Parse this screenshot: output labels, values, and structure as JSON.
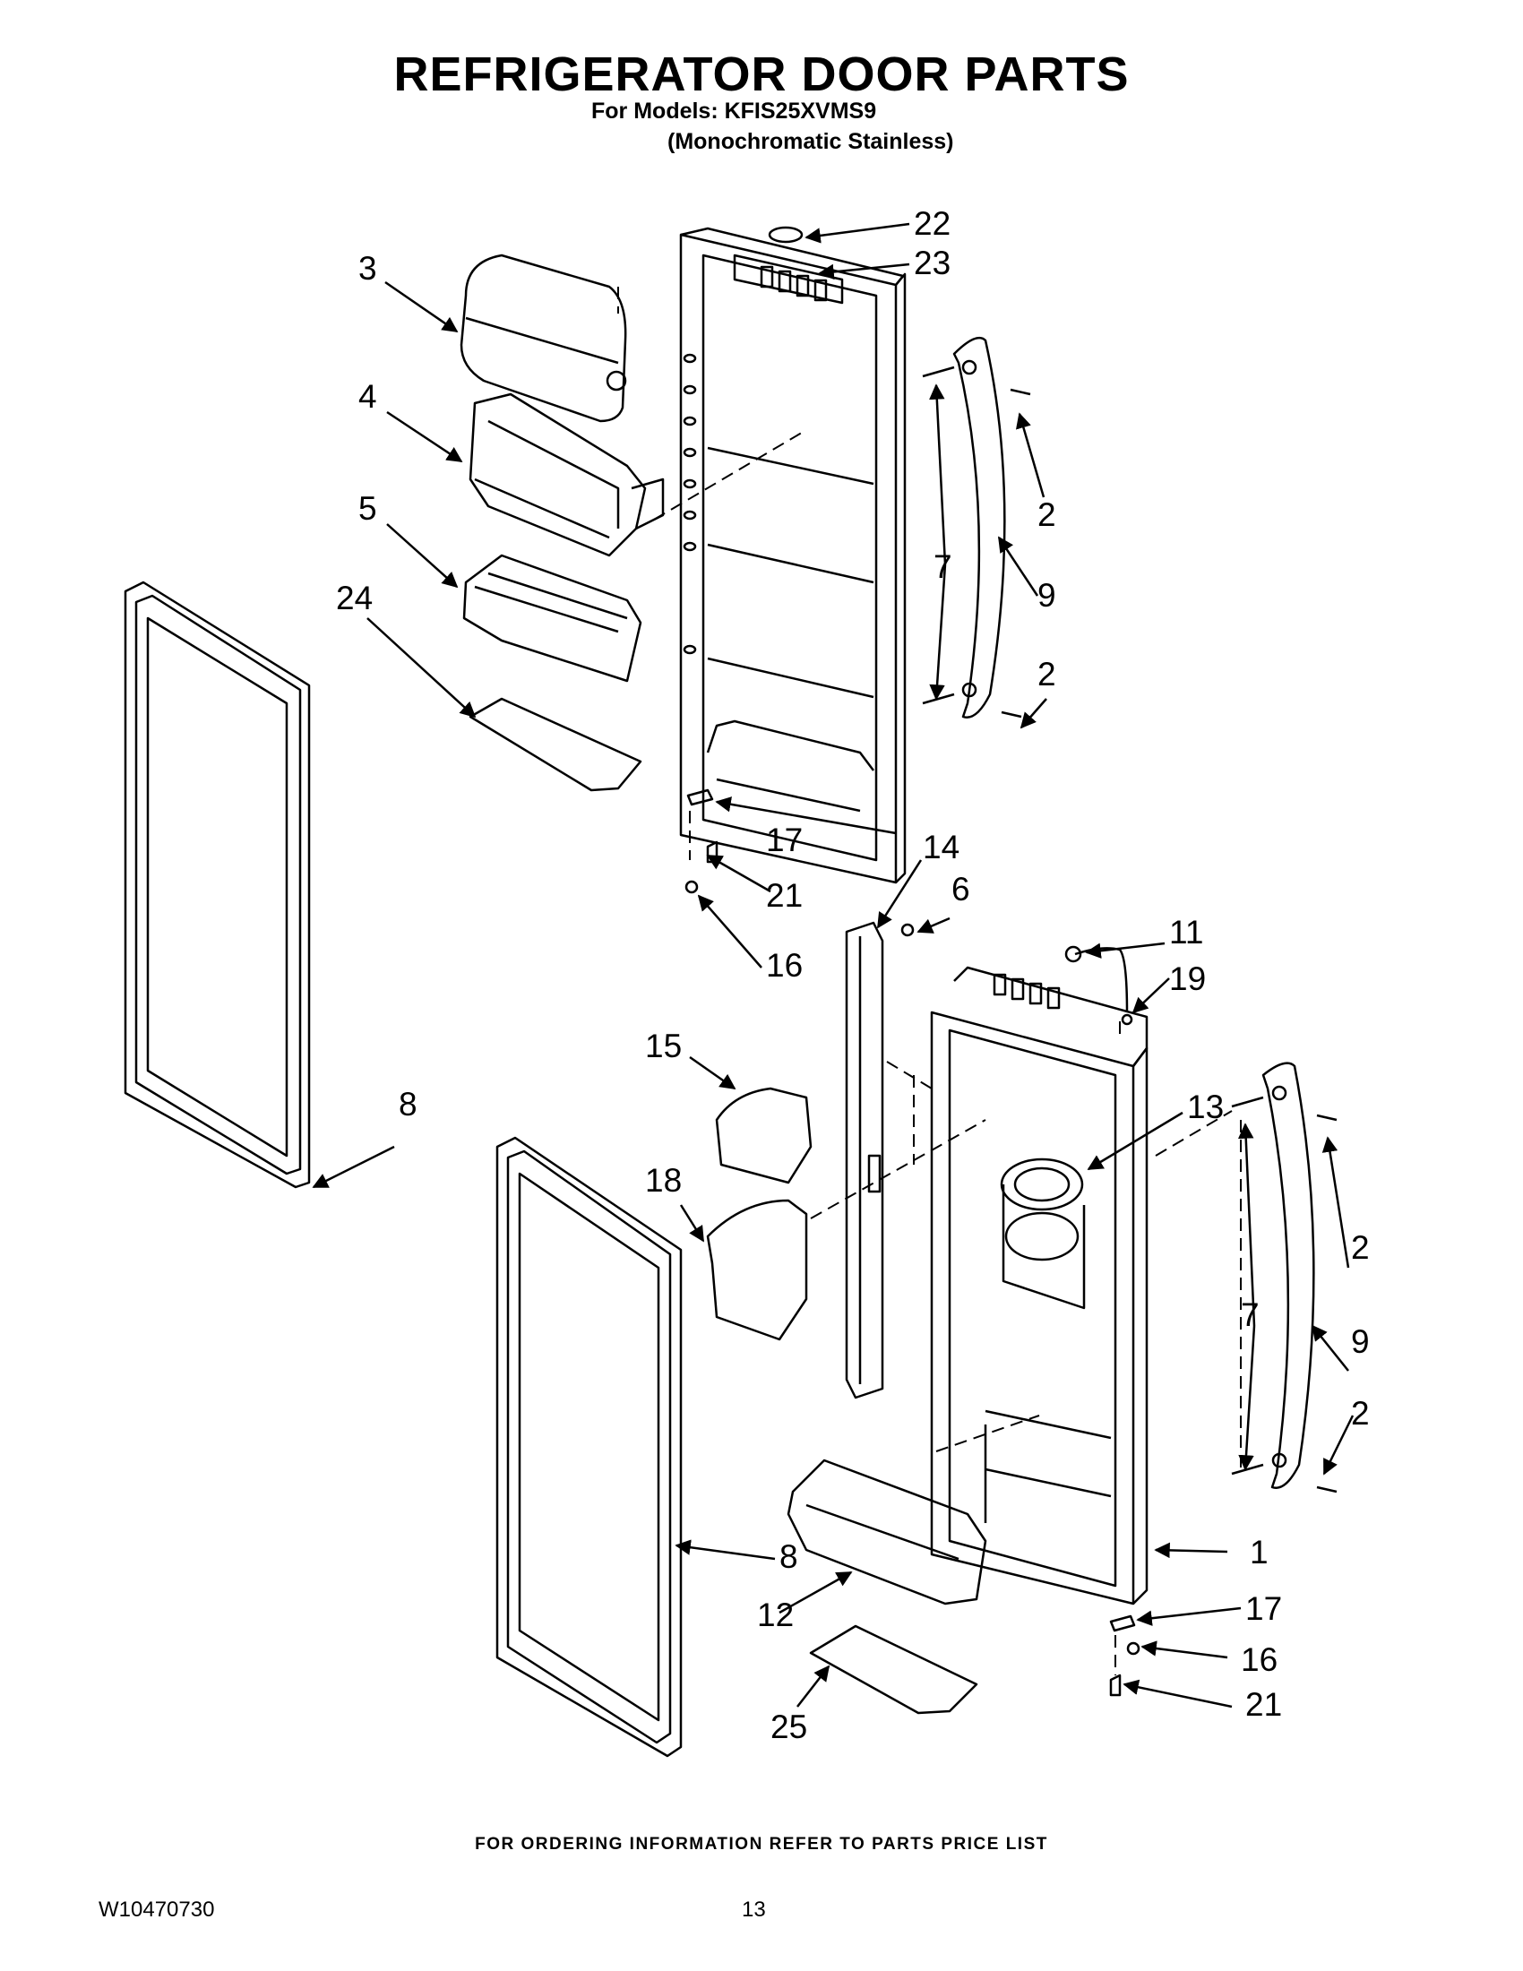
{
  "header": {
    "title": "REFRIGERATOR DOOR PARTS",
    "models_line": "For Models: KFIS25XVMS9",
    "finish_line": "(Monochromatic Stainless)"
  },
  "callouts": {
    "c1": "1",
    "c2a": "2",
    "c2b": "2",
    "c2c": "2",
    "c2d": "2",
    "c3": "3",
    "c4": "4",
    "c5": "5",
    "c6": "6",
    "c7a": "7",
    "c7b": "7",
    "c8a": "8",
    "c8b": "8",
    "c9a": "9",
    "c9b": "9",
    "c11": "11",
    "c12": "12",
    "c13": "13",
    "c14": "14",
    "c15": "15",
    "c16a": "16",
    "c16b": "16",
    "c17a": "17",
    "c17b": "17",
    "c18": "18",
    "c19": "19",
    "c21a": "21",
    "c21b": "21",
    "c22": "22",
    "c23": "23",
    "c24": "24",
    "c25": "25"
  },
  "footer": {
    "ordering_note": "FOR ORDERING INFORMATION REFER TO PARTS PRICE LIST",
    "doc_number": "W10470730",
    "page_number": "13"
  }
}
